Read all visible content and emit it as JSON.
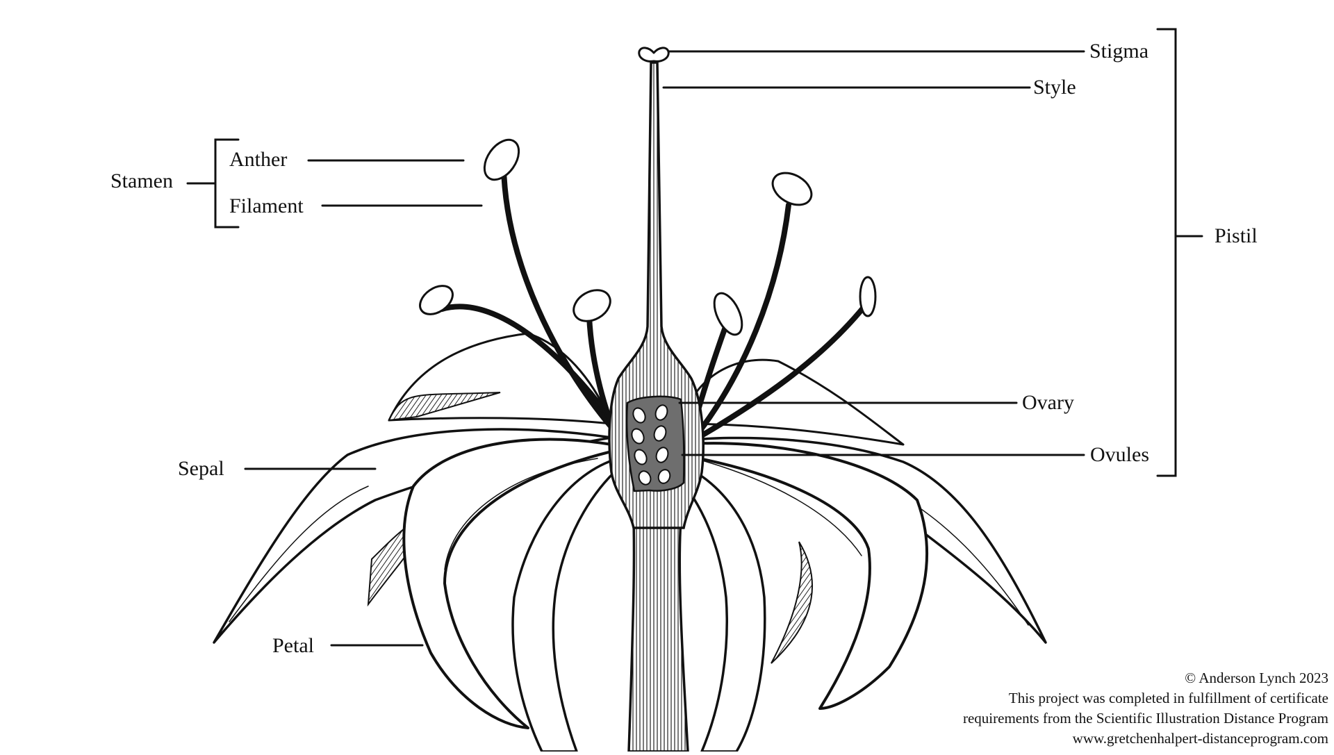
{
  "labels": {
    "stigma": "Stigma",
    "style": "Style",
    "pistil": "Pistil",
    "stamen": "Stamen",
    "anther": "Anther",
    "filament": "Filament",
    "ovary": "Ovary",
    "ovules": "Ovules",
    "sepal": "Sepal",
    "petal": "Petal"
  },
  "credits": {
    "line1": "© Anderson Lynch 2023",
    "line2": "This project was completed in fulfillment of certificate",
    "line3": "requirements from the Scientific Illustration Distance Program",
    "line4": "www.gretchenhalpert-distanceprogram.com"
  },
  "colors": {
    "ink": "#111111",
    "background": "#ffffff",
    "ovary_shade": "#6e6e6e"
  }
}
